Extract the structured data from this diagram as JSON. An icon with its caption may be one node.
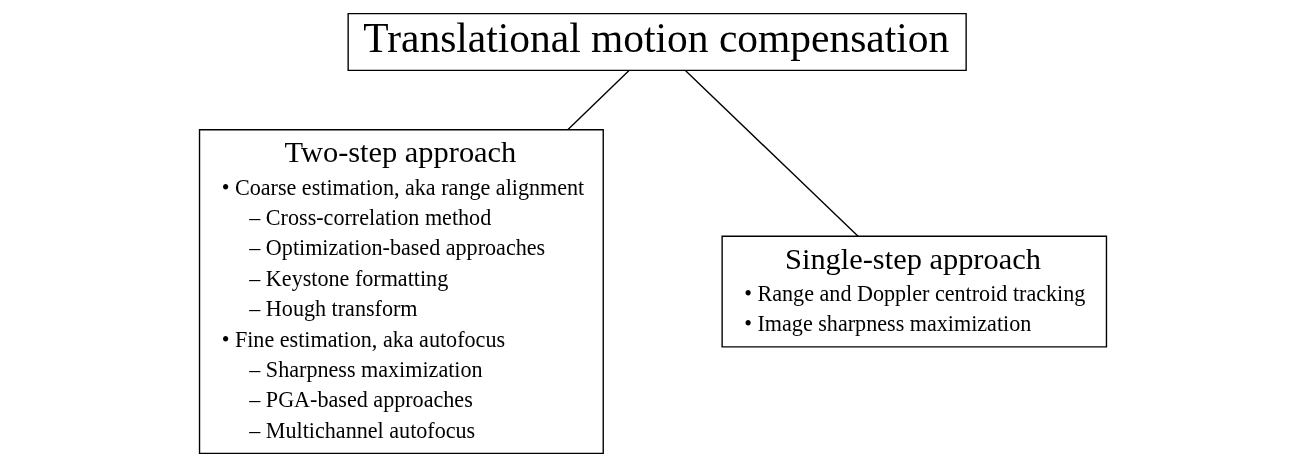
{
  "diagram": {
    "nodes": [
      {
        "text": [
          "Translational motion compensation"
        ]
      },
      {
        "text": [
          "Two-step approach",
          "• Coarse estimation, aka range alignment",
          "– Cross-correlation method",
          "– Optimization-based approaches",
          "– Keystone formatting",
          "– Hough transform",
          "• Fine estimation, aka autofocus",
          "– Sharpness maximization",
          "– PGA-based approaches",
          "– Multichannel autofocus"
        ]
      },
      {
        "text": [
          "Single-step approach",
          "• Range and Doppler centroid tracking",
          "• Image sharpness maximization"
        ]
      }
    ],
    "edges": [
      {
        "from": 0,
        "to": 1,
        "arrow": "none"
      },
      {
        "from": 0,
        "to": 2,
        "arrow": "none"
      }
    ]
  }
}
